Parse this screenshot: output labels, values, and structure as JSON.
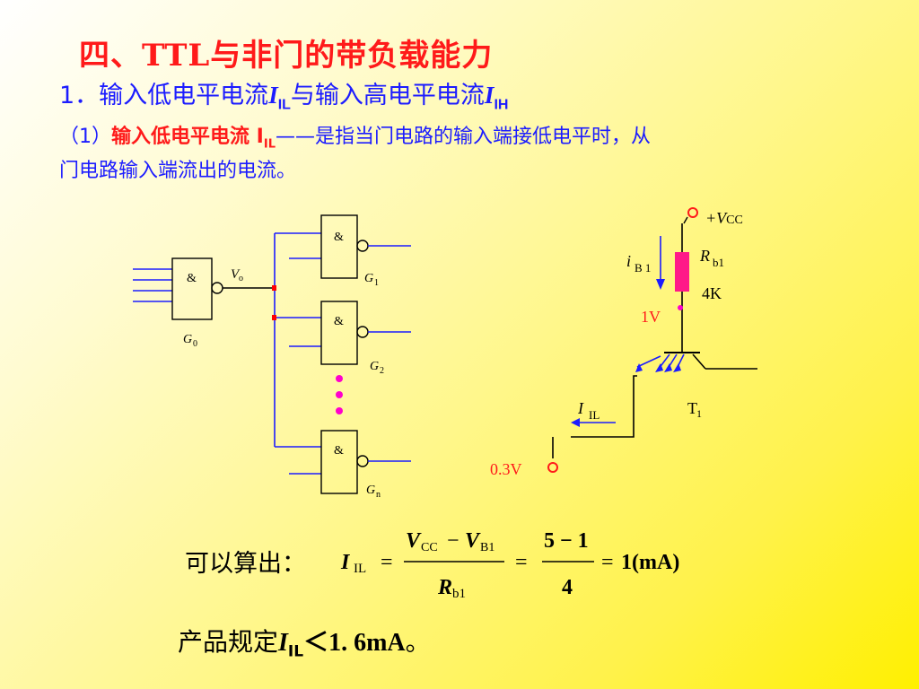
{
  "title": "四、TTL与非门的带负载能力",
  "subtitle": {
    "prefix": "1．输入低电平电流",
    "sym1": "I",
    "sub1": "IL",
    "mid": "与输入高电平电流",
    "sym2": "I",
    "sub2": "IH"
  },
  "para": {
    "lead": "（1）",
    "term": "输入低电平电流 I",
    "term_sub": "IL",
    "rest1": "——是指当门电路的输入端接低电平时，从",
    "rest2": "门电路输入端流出的电流。"
  },
  "left_diagram": {
    "gate_symbol": "&",
    "out_label": "V",
    "out_sub": "o",
    "g0": "G",
    "g0_sub": "0",
    "g1": "G",
    "g1_sub": "1",
    "g2": "G",
    "g2_sub": "2",
    "gn": "G",
    "gn_sub": "n"
  },
  "right_diagram": {
    "vcc": "+V",
    "vcc_sub": "CC",
    "rb": "R",
    "rb_sub": "b1",
    "r_value": "4K",
    "ib": "i",
    "ib_sub": "B 1",
    "node_v": "1V",
    "iil": "I",
    "iil_sub": "IL",
    "transistor": "T",
    "transistor_sub": "1",
    "input_v": "0.3V"
  },
  "formula": {
    "lead": "可以算出：",
    "lhs": "I",
    "lhs_sub": "IL",
    "num_a": "V",
    "num_a_sub": "CC",
    "minus": "−",
    "num_b": "V",
    "num_b_sub": "B1",
    "den": "R",
    "den_sub": "b1",
    "num2": "5 − 1",
    "den2": "4",
    "eq": "=",
    "result": "1(mA)"
  },
  "note": {
    "lead": "产品规定",
    "sym": "I",
    "sub": "IL",
    "val": "＜1. 6mA",
    "end": "。"
  },
  "colors": {
    "title": "#ff1a1a",
    "blue": "#1c1cff",
    "wire": "#1c1cff",
    "gate": "#000000",
    "resistor": "#ff1a88",
    "dot_red": "#ff0000",
    "dot_pink": "#ff00cc"
  }
}
